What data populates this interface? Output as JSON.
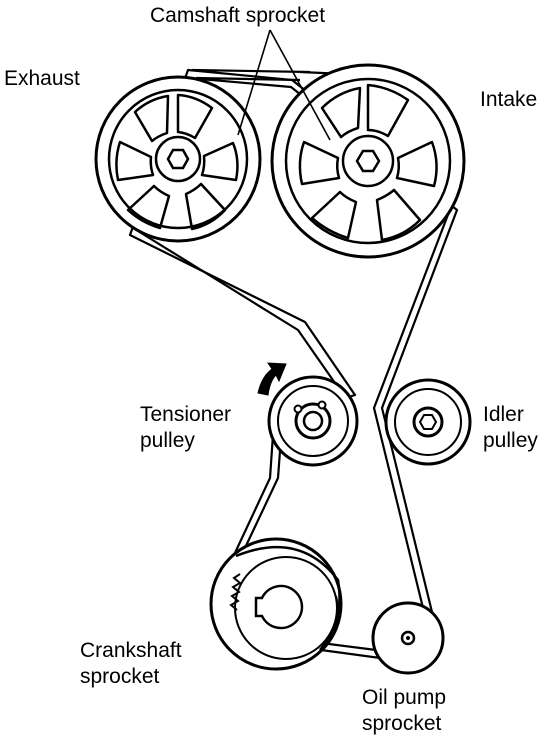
{
  "labels": {
    "camshaft_sprocket": "Camshaft sprocket",
    "exhaust": "Exhaust",
    "intake": "Intake",
    "tensioner_line1": "Tensioner",
    "tensioner_line2": "pulley",
    "idler_line1": "Idler",
    "idler_line2": "pulley",
    "crankshaft_line1": "Crankshaft",
    "crankshaft_line2": "sprocket",
    "oil_pump_line1": "Oil pump",
    "oil_pump_line2": "sprocket"
  },
  "colors": {
    "ink": "#000000",
    "paper": "#ffffff"
  }
}
